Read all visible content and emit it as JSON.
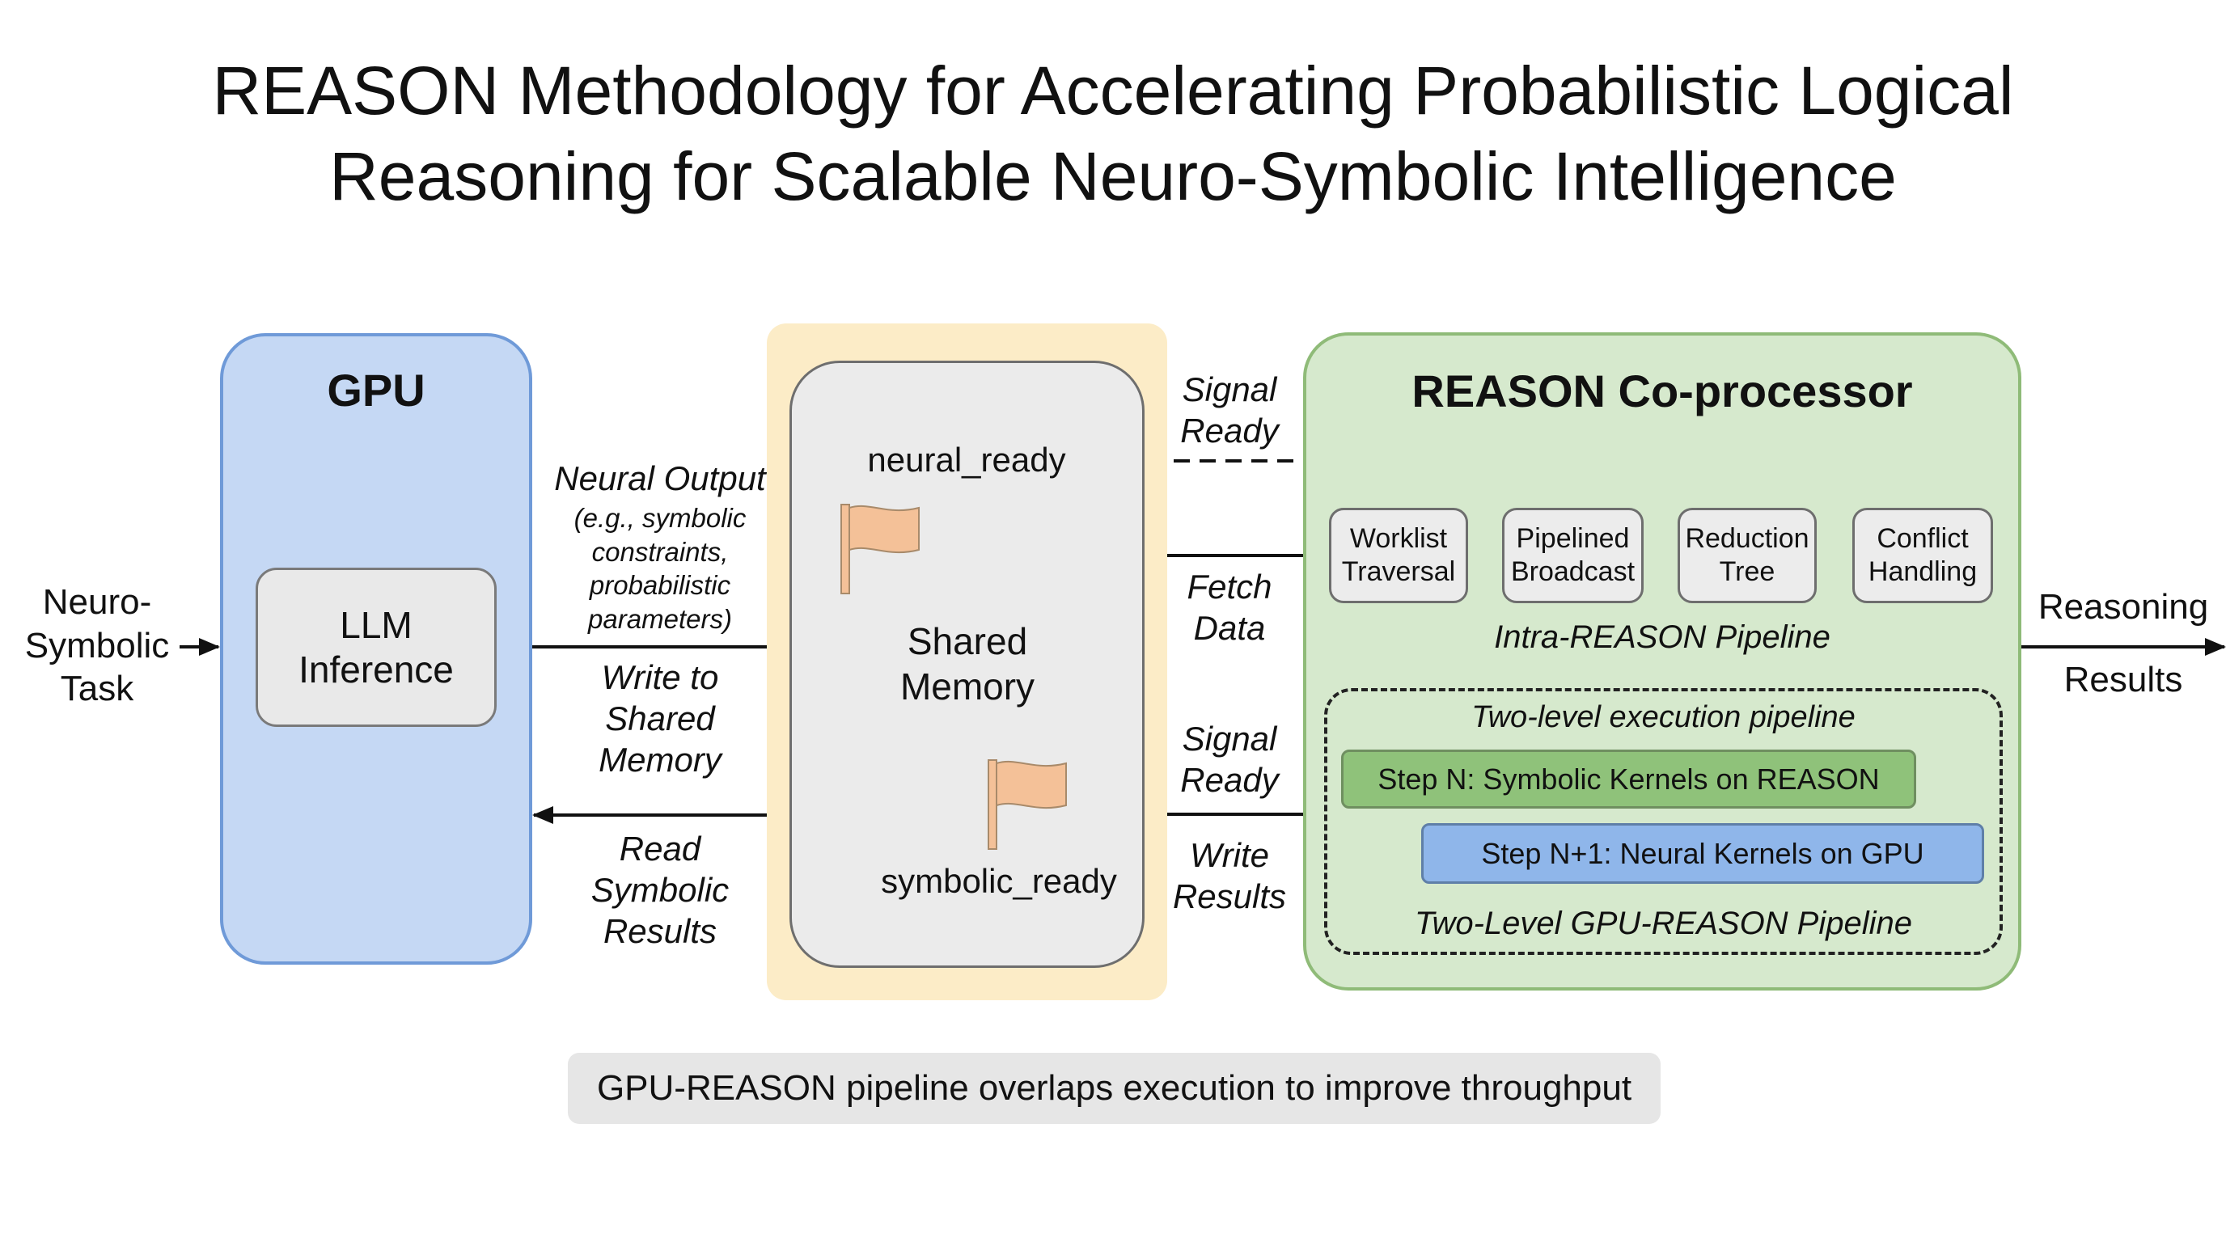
{
  "title": {
    "line1": "REASON Methodology for Accelerating Probabilistic Logical",
    "line2": "Reasoning for Scalable Neuro-Symbolic Intelligence"
  },
  "input": {
    "lines": [
      "Neuro-",
      "Symbolic",
      "Task"
    ]
  },
  "gpu": {
    "title": "GPU",
    "llm_lines": [
      "LLM",
      "Inference"
    ],
    "color_fill": "#c5d8f4",
    "color_border": "#6f9ad8"
  },
  "gpu_to_memory": {
    "label_head": "Neural Output",
    "label_detail": [
      "(e.g., symbolic",
      "constraints,",
      "probabilistic",
      "parameters)"
    ],
    "label_action": [
      "Write to",
      "Shared",
      "Memory"
    ]
  },
  "memory_to_gpu": {
    "label": [
      "Read",
      "Symbolic",
      "Results"
    ]
  },
  "shared_memory": {
    "title_lines": [
      "Shared",
      "Memory"
    ],
    "flag_top": "neural_ready",
    "flag_bottom": "symbolic_ready",
    "color_outer": "#fcecc7",
    "color_flag": "#f4c198"
  },
  "memory_to_reason": {
    "signal_label": [
      "Signal",
      "Ready"
    ],
    "fetch_label": [
      "Fetch",
      "Data"
    ]
  },
  "reason_to_memory": {
    "signal_label": [
      "Signal",
      "Ready"
    ],
    "write_label": [
      "Write",
      "Results"
    ]
  },
  "reason": {
    "title": "REASON Co-processor",
    "stages": [
      {
        "lines": [
          "Worklist",
          "Traversal"
        ]
      },
      {
        "lines": [
          "Pipelined",
          "Broadcast"
        ]
      },
      {
        "lines": [
          "Reduction",
          "Tree"
        ]
      },
      {
        "lines": [
          "Conflict",
          "Handling"
        ]
      }
    ],
    "intra_label": "Intra-REASON Pipeline",
    "two_level": {
      "heading": "Two-level execution pipeline",
      "step_n": "Step N: Symbolic Kernels on REASON",
      "step_n1": "Step N+1: Neural Kernels on GPU",
      "footer": "Two-Level GPU-REASON Pipeline"
    },
    "color_fill": "#d6e9cd",
    "color_border": "#8fbb78"
  },
  "output": {
    "lines": [
      "Reasoning",
      "Results"
    ]
  },
  "caption": "GPU-REASON pipeline overlaps execution to improve throughput"
}
